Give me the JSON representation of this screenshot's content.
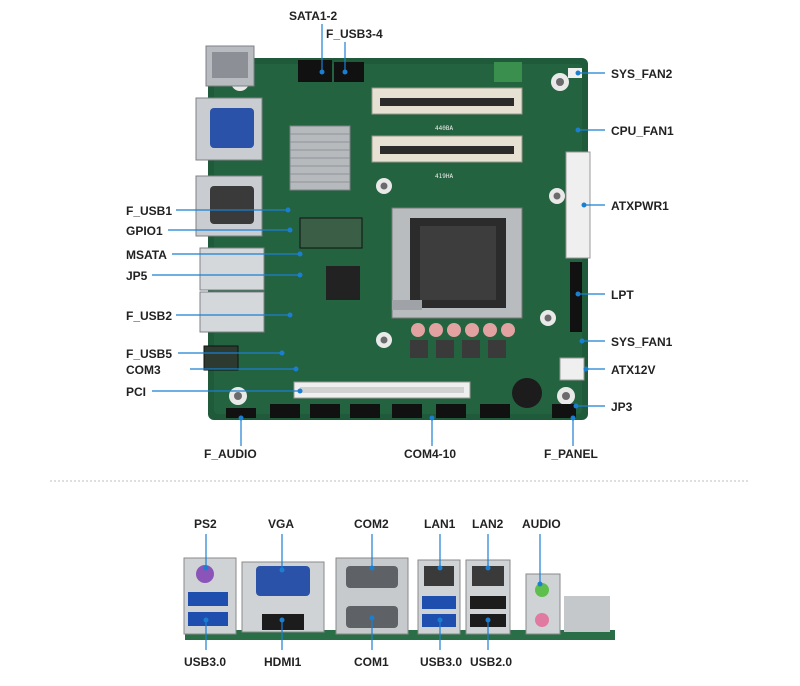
{
  "colors": {
    "pcb": "#1f5a3a",
    "pcb_light": "#2a6e48",
    "lead": "#1a7fd1",
    "metal": "#c9ccd0",
    "vga_blue": "#2a52a8",
    "divider": "#bfbfbf"
  },
  "board_labels": {
    "sata": "SATA1-2",
    "f_usb34": "F_USB3-4",
    "sys_fan2": "SYS_FAN2",
    "cpu_fan1": "CPU_FAN1",
    "atxpwr1": "ATXPWR1",
    "lpt": "LPT",
    "sys_fan1": "SYS_FAN1",
    "atx12v": "ATX12V",
    "jp3": "JP3",
    "f_panel": "F_PANEL",
    "com4_10": "COM4-10",
    "f_audio": "F_AUDIO",
    "pci": "PCI",
    "com3": "COM3",
    "f_usb5": "F_USB5",
    "f_usb2": "F_USB2",
    "jp5": "JP5",
    "msata": "MSATA",
    "gpio1": "GPIO1",
    "f_usb1": "F_USB1"
  },
  "silkscreen": {
    "dimm_a": "440BA",
    "dimm_b": "419HA"
  },
  "io_labels": {
    "ps2": "PS2",
    "vga": "VGA",
    "com2": "COM2",
    "lan1": "LAN1",
    "lan2": "LAN2",
    "audio": "AUDIO",
    "usb30_left": "USB3.0",
    "hdmi1": "HDMI1",
    "com1": "COM1",
    "usb30_right": "USB3.0",
    "usb20": "USB2.0"
  }
}
